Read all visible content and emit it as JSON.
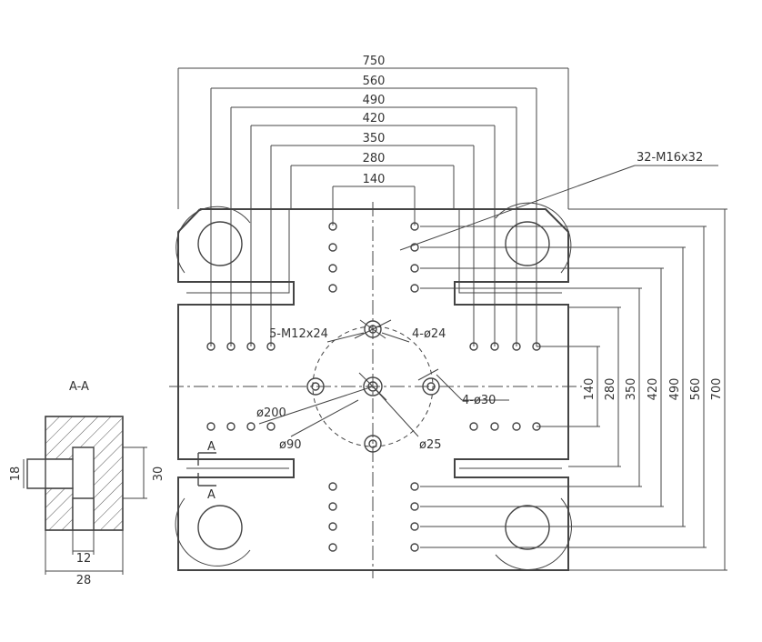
{
  "horizontal_dimensions": [
    "750",
    "560",
    "490",
    "420",
    "350",
    "280",
    "140"
  ],
  "vertical_dimensions": [
    "700",
    "560",
    "490",
    "420",
    "350",
    "280",
    "140"
  ],
  "callouts": {
    "tapped_holes_main": "32-M16x32",
    "center_tapped_holes": "5-M12x24",
    "holes_24": "4-ø24",
    "holes_30": "4-ø30",
    "circle_200": "ø200",
    "circle_90": "ø90",
    "hole_25": "ø25"
  },
  "section": {
    "title": "A-A",
    "marker": "A",
    "dims": {
      "d18": "18",
      "d30": "30",
      "d12": "12",
      "d28": "28"
    }
  }
}
